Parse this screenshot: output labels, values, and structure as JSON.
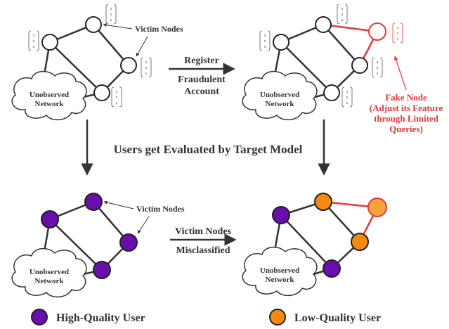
{
  "labels": {
    "victim_nodes": "Victim Nodes",
    "register_top": "Register",
    "register_mid": "Fraudulent",
    "register_bot": "Account",
    "fake_node_l1": "Fake Node",
    "fake_node_l2": "(Adjust its Feature",
    "fake_node_l3": "through Limited",
    "fake_node_l4": "Queries)",
    "evaluated": "Users get Evaluated by Target Model",
    "misclassified_top": "Victim Nodes",
    "misclassified_bot": "Misclassified",
    "cloud_line1": "Unobserved",
    "cloud_line2": "Network",
    "vector_entry": "x",
    "legend_high": "High-Quality User",
    "legend_low": "Low-Quality User"
  },
  "colors": {
    "edge": "#333333",
    "fake_edge": "#e03a3a",
    "high_quality": "#6a0dad",
    "low_quality": "#f5890f",
    "fake_node_fill": "#f7a13a",
    "fake_text": "#e03a3a"
  }
}
